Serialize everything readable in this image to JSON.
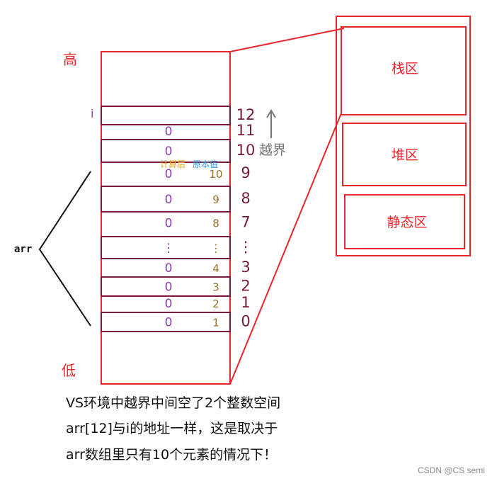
{
  "labels": {
    "high": "高",
    "low": "低",
    "arr": "arr",
    "i_label": "i",
    "overflow": "越界",
    "computed_tag": "计算后",
    "original_tag": "原本值"
  },
  "memory_regions": [
    "栈区",
    "堆区",
    "静态区"
  ],
  "stack_rows": [
    {
      "highlighted": true,
      "left": "",
      "right": "",
      "index": "12"
    },
    {
      "highlighted": false,
      "left": "0",
      "right": "",
      "index": "11"
    },
    {
      "highlighted": true,
      "left": "0",
      "right": "",
      "index": "10"
    },
    {
      "highlighted": false,
      "left": "0",
      "right": "10",
      "index": "9"
    },
    {
      "highlighted": true,
      "left": "0",
      "right": "9",
      "index": "8"
    },
    {
      "highlighted": false,
      "left": "0",
      "right": "8",
      "index": "7"
    },
    {
      "highlighted": true,
      "left": "⋮",
      "right": "⋮",
      "index": "⋮"
    },
    {
      "highlighted": false,
      "left": "0",
      "right": "4",
      "index": "3"
    },
    {
      "highlighted": true,
      "left": "0",
      "right": "3",
      "index": "2"
    },
    {
      "highlighted": false,
      "left": "0",
      "right": "2",
      "index": "1"
    },
    {
      "highlighted": true,
      "left": "0",
      "right": "1",
      "index": "0"
    }
  ],
  "colors": {
    "red": "#e8262c",
    "dark_red": "#7a1a3a",
    "purple": "#8a3fa8",
    "brown": "#a0702a",
    "gray": "#777777",
    "orange": "#f0a020",
    "blue": "#2a8ee0"
  },
  "caption": [
    "VS环境中越界中间空了2个整数空间",
    "arr[12]与i的地址一样，这是取决于",
    "arr数组里只有10个元素的情况下！"
  ],
  "watermark": "CSDN @CS semi"
}
